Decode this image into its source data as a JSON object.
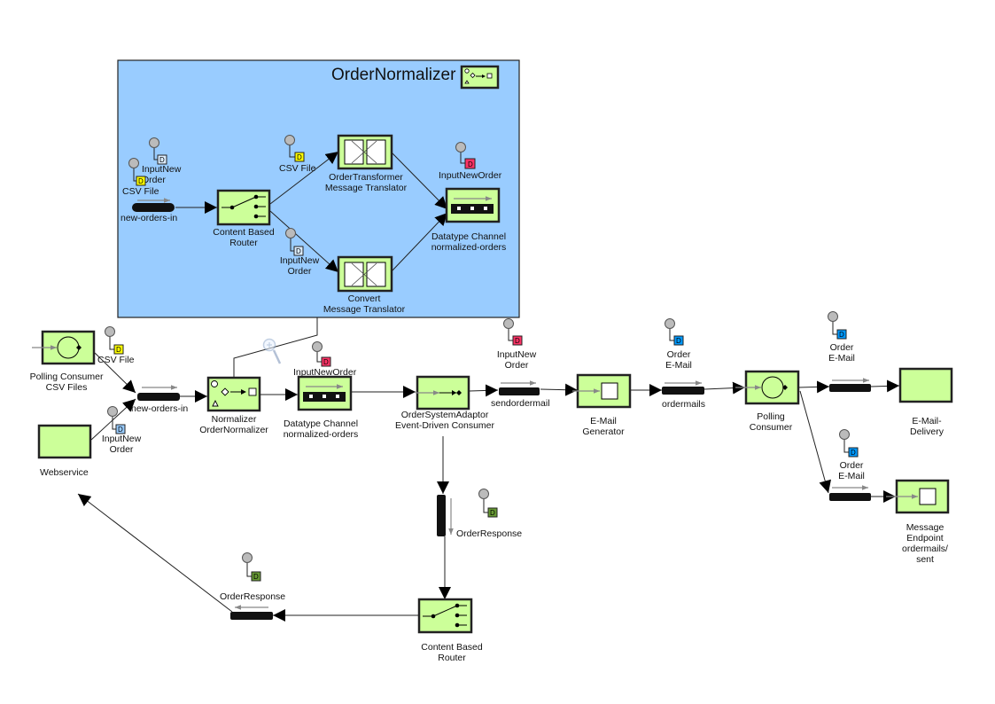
{
  "diagram": {
    "group": {
      "title": "OrderNormalizer",
      "fill": "#99ccff",
      "icon": "normalizer-icon"
    },
    "colors": {
      "component_fill": "#ccff99",
      "datatype_yellow": "#ffff00",
      "datatype_red": "#ff3366",
      "datatype_lightblue": "#99ccff",
      "datatype_white": "#ddeeff",
      "datatype_blue": "#0099ff",
      "datatype_green": "#669933"
    },
    "inner": {
      "dt_inputneworder_top": "InputNew\nOrder",
      "dt_csvfile_left": "CSV File",
      "channel_neworders": "new-orders-in",
      "router": "Content Based\nRouter",
      "dt_csvfile_mid": "CSV File",
      "translator_top": "OrderTransformer\nMessage Translator",
      "dt_inputneworder_mid": "InputNew\nOrder",
      "translator_bottom": "Convert\nMessage Translator",
      "dt_inputneworder_right": "InputNewOrder",
      "datatype_channel": "Datatype Channel\nnormalized-orders"
    },
    "outer": {
      "polling_csv": "Polling Consumer\nCSV Files",
      "dt_csvfile": "CSV File",
      "webservice": "Webservice",
      "dt_inputneworder_left": "InputNew\nOrder",
      "channel_neworders": "new-orders-in",
      "normalizer": "Normalizer\nOrderNormalizer",
      "dt_inputneworder": "InputNewOrder",
      "datatype_channel": "Datatype Channel\nnormalized-orders",
      "event_consumer": "OrderSystemAdaptor\nEvent-Driven Consumer",
      "dt_inputneworder_2": "InputNew\nOrder",
      "channel_sendordermail": "sendordermail",
      "email_generator": "E-Mail\nGenerator",
      "dt_order_email_1": "Order\nE-Mail",
      "channel_ordermails": "ordermails",
      "polling_consumer": "Polling\nConsumer",
      "dt_order_email_2": "Order\nE-Mail",
      "email_delivery": "E-Mail-\nDelivery",
      "dt_order_email_3": "Order\nE-Mail",
      "message_endpoint": "Message\nEndpoint\nordermails/\nsent",
      "channel_orderresponse_v": "OrderResponse",
      "router": "Content Based\nRouter",
      "channel_orderresponse_h": "OrderResponse"
    },
    "datatype_letter": "D"
  }
}
